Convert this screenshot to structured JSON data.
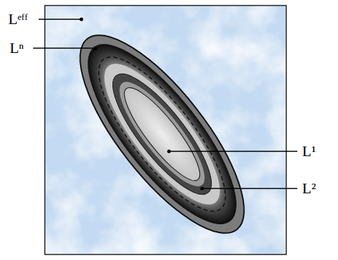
{
  "diagram": {
    "labels": [
      "Lᵉᶠᶠ",
      "Lⁿ",
      "L¹",
      "L²"
    ]
  }
}
